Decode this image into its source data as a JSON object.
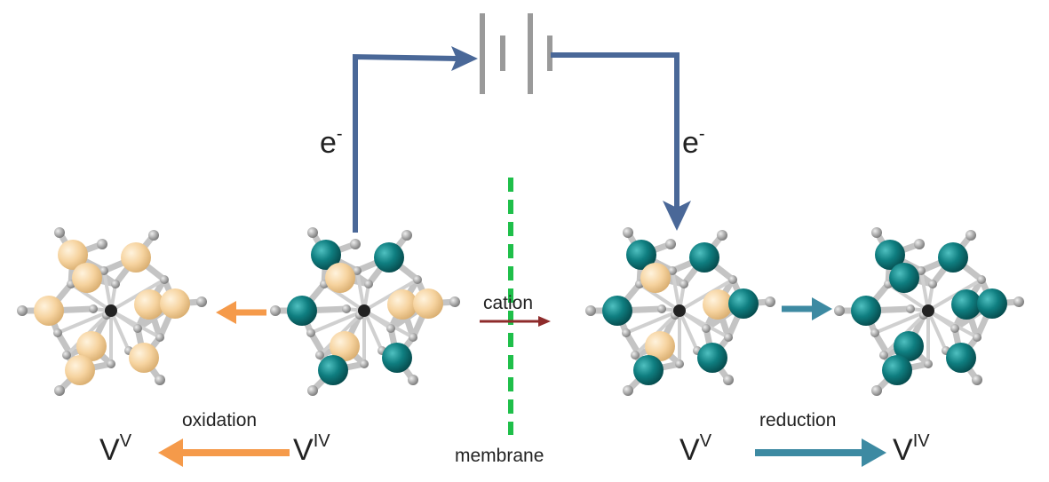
{
  "labels": {
    "electron_left": "e",
    "electron_right": "e",
    "electron_charge": "-",
    "cation": "cation",
    "membrane": "membrane",
    "oxidation": "oxidation",
    "reduction": "reduction"
  },
  "oxidation_equation": {
    "product": {
      "base": "V",
      "state": "V"
    },
    "reactant": {
      "base": "V",
      "state": "IV"
    }
  },
  "reduction_equation": {
    "reactant": {
      "base": "V",
      "state": "V"
    },
    "product": {
      "base": "V",
      "state": "IV"
    }
  },
  "molecules": [
    {
      "name": "molecule-fully-oxidized",
      "atoms": [
        "V",
        "V",
        "V",
        "V",
        "V",
        "V",
        "V",
        "V",
        "V"
      ]
    },
    {
      "name": "molecule-mixed-left",
      "atoms": [
        "IV",
        "IV",
        "V",
        "IV",
        "V",
        "V",
        "V",
        "IV",
        "IV"
      ]
    },
    {
      "name": "molecule-mixed-right",
      "atoms": [
        "IV",
        "IV",
        "V",
        "IV",
        "V",
        "IV",
        "V",
        "IV",
        "IV"
      ]
    },
    {
      "name": "molecule-fully-reduced",
      "atoms": [
        "IV",
        "IV",
        "IV",
        "IV",
        "IV",
        "IV",
        "IV",
        "IV",
        "IV"
      ]
    }
  ],
  "colors": {
    "v4": "#0f7e80",
    "v5": "#f6d39f",
    "wire": "#4a6898",
    "battery": "#9a9a9a",
    "oxidation_arrow": "#f59a4a",
    "reduction_arrow": "#3d8aa2",
    "membrane": "#1fbf4a",
    "cation_arrow": "#8e2b2b"
  }
}
